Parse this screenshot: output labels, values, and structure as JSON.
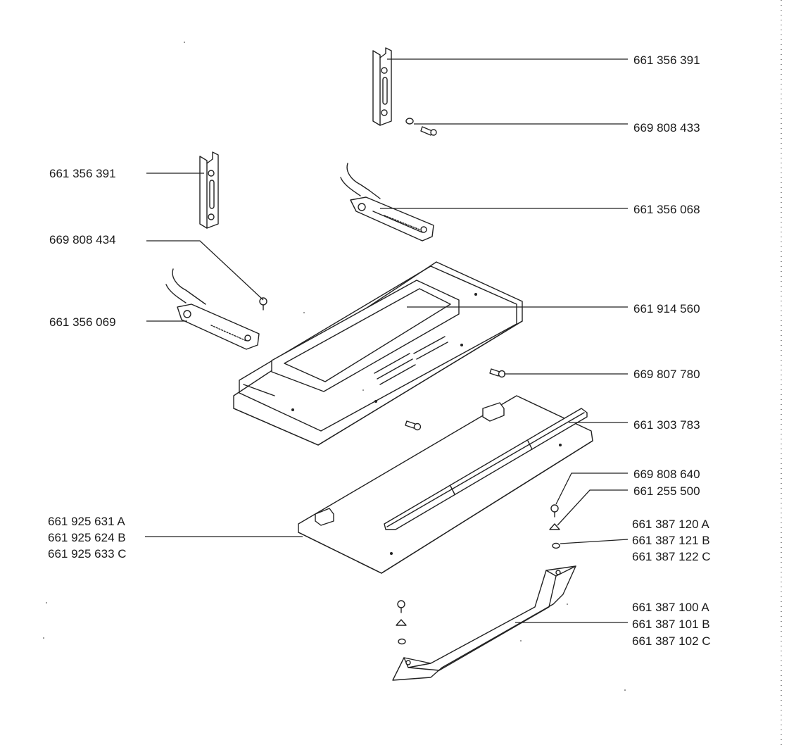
{
  "parts": [
    {
      "id": "hinge-bracket-right",
      "lines": [
        "661 356 391"
      ]
    },
    {
      "id": "spacer-screw-upper",
      "lines": [
        "669 808 433"
      ]
    },
    {
      "id": "hinge-bracket-left",
      "lines": [
        "661 356 391"
      ]
    },
    {
      "id": "hinge-right",
      "lines": [
        "661 356 068"
      ]
    },
    {
      "id": "screw-left",
      "lines": [
        "669 808 434"
      ]
    },
    {
      "id": "hinge-left",
      "lines": [
        "661 356 069"
      ]
    },
    {
      "id": "door-inner-frame",
      "lines": [
        "661 914 560"
      ]
    },
    {
      "id": "screw-side",
      "lines": [
        "669 807 780"
      ]
    },
    {
      "id": "door-strip",
      "lines": [
        "661 303 783"
      ]
    },
    {
      "id": "handle-screw",
      "lines": [
        "669 808 640"
      ]
    },
    {
      "id": "handle-washer",
      "lines": [
        "661 255 500"
      ]
    },
    {
      "id": "door-panel",
      "lines": [
        "661 925 631 A",
        "661 925 624 B",
        "661 925 633 C"
      ]
    },
    {
      "id": "handle-spacer",
      "lines": [
        "661 387 120 A",
        "661 387 121 B",
        "661 387 122 C"
      ]
    },
    {
      "id": "door-handle",
      "lines": [
        "661 387 100 A",
        "661 387 101 B",
        "661 387 102 C"
      ]
    }
  ]
}
